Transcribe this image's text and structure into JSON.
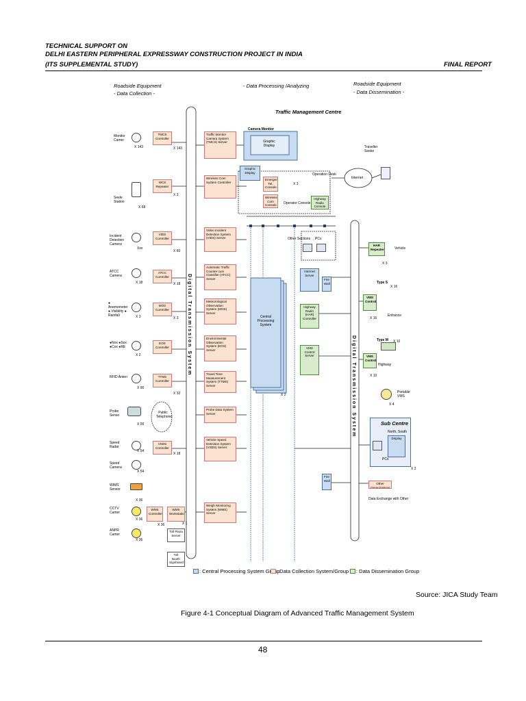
{
  "header": {
    "line1": "TECHNICAL SUPPORT ON",
    "line2": "DELHI EASTERN PERIPHERAL EXPRESSWAY CONSTRUCTION PROJECT IN INDIA",
    "line3": "(ITS SUPPLEMENTAL STUDY)",
    "report": "FINAL REPORT"
  },
  "sections": {
    "left_title": "Roadside Equipment",
    "left_sub": "- Data Collection -",
    "mid_title": "- Data Processing /Analyzing",
    "right_title": "Roadside Equipment",
    "right_sub": "- Data Dissemination -",
    "tmc": "Traffic Management Centre"
  },
  "backbone_left": "Digital Transmission System",
  "backbone_right": "Digital Transmission System",
  "sensors": [
    {
      "label": "Monitor Camer",
      "num": "X 143"
    },
    {
      "label": "Seele Station",
      "num": "X 68"
    },
    {
      "label": "Incident Detection Camera",
      "num": "Xxx"
    },
    {
      "label": "ATCC Camera",
      "num": "X 18"
    },
    {
      "label": "● Anemometer ● Visibility ● Rainfall",
      "num": "X 3"
    },
    {
      "label": "●Nox ●Sox ●Cox ●RE",
      "num": "X 2"
    },
    {
      "label": "RFID Anten",
      "num": "X 90"
    },
    {
      "label": "Probe Senso",
      "num": "X 00"
    },
    {
      "label": "Speed Radar",
      "num": "X 54"
    },
    {
      "label": "Speed Camera",
      "num": "X 54"
    },
    {
      "label": "WIMS Sensor",
      "num": "X 36"
    },
    {
      "label": "CCTV Camer",
      "num": "X 36"
    },
    {
      "label": "ANPR Camer",
      "num": "X 36"
    }
  ],
  "controllers": [
    {
      "label": "TMCS Controller",
      "num": "X 143"
    },
    {
      "label": "WCS Repeater",
      "num": "X 3"
    },
    {
      "label": "VIDS Controller",
      "num": "X 60"
    },
    {
      "label": "ATCC Controller",
      "num": "X 18"
    },
    {
      "label": "MOS Controller",
      "num": "X 3"
    },
    {
      "label": "EOS Controller",
      "num": ""
    },
    {
      "label": "TTMS Controller",
      "num": "X 32"
    },
    {
      "label": "VSDS Controller",
      "num": "X 18"
    },
    {
      "label": "WMS Controller",
      "num": "X 36"
    },
    {
      "label": "WMS Workstation",
      "num": "X 1"
    }
  ],
  "public_telephone": "Public Telephone",
  "toll_plaza": "Toll Plaza Server",
  "toll_booth": "Toll Booth Signboard",
  "servers": [
    "Traffic Monitor Camera System (TMCS) Server",
    "Wireless Com System Controller",
    "Video Incident Detection System (VIDS) Server",
    "Automatic Traffic Counter cum Classifier (ATCC) Server",
    "Meteorological Observation System (MOS) Server",
    "Environmental Observation System (EOS) Server",
    "Travel Time Measurement System (TTMS) Server",
    "Probe Data System Server",
    "Vehicle Speed Detection System (VSDS) Server",
    "Weigh Monitoring System (WMS) Server"
  ],
  "center": {
    "camera_monitor": "Camera Monitor",
    "graphic_display": "Graphic Display",
    "graphic_display2": "Graphic Display",
    "operation_desk": "Operation Desk",
    "emergency": "Emergency Tel. Console",
    "wireless": "Wireless Com Console",
    "operator": "Operator Console",
    "highway_radio": "Highway Radio Console",
    "x3": "X 3",
    "other_sections": "Other Sections",
    "pcs": "PCs",
    "cps": "Central Processing System",
    "x2": "X 2",
    "internet_server": "Internet Server",
    "firewall": "Fire Wall",
    "hr_controller": "Highway Radio (HAR) Controller",
    "vms_server": "VMS Control Server",
    "firewall2": "Fire Wall"
  },
  "right": {
    "internet": "Internet",
    "travel_seeker": "Traveller Seeke",
    "har": "HAR Repeater",
    "vehicle": "Vehicle",
    "har_num": "X 3",
    "type_s": "Type S",
    "xa": "X 16",
    "vmsc1": "VMS Controller",
    "vmsc1_num": "X 16",
    "entrance": "Entrance",
    "type_m": "Type M",
    "xb": "X 10",
    "vmsc2": "VMS Controller",
    "vmsc2_num": "X 10",
    "highway": "Highway",
    "portable": "Portable VMS",
    "portable_num": "X 4",
    "sub_centre": "Sub Centre",
    "sub_loc": "North, South",
    "display": "Display",
    "pcs": "PCs",
    "sub_num": "X 2",
    "other_org": "Other Organizations",
    "data_exchange": "Data Exchange with Other"
  },
  "legend": [
    {
      "color": "#c7dcf0",
      "text": ": Central Processing System Group"
    },
    {
      "color": "#fbe3cf",
      "text": ": Data Collection System/Group"
    },
    {
      "color": "#d8eccb",
      "text": ": Data Dissemination Group"
    }
  ],
  "source": "Source: JICA Study Team",
  "figure_caption": "Figure 4-1    Conceptual Diagram of Advanced Traffic Management System",
  "page_number": "48"
}
